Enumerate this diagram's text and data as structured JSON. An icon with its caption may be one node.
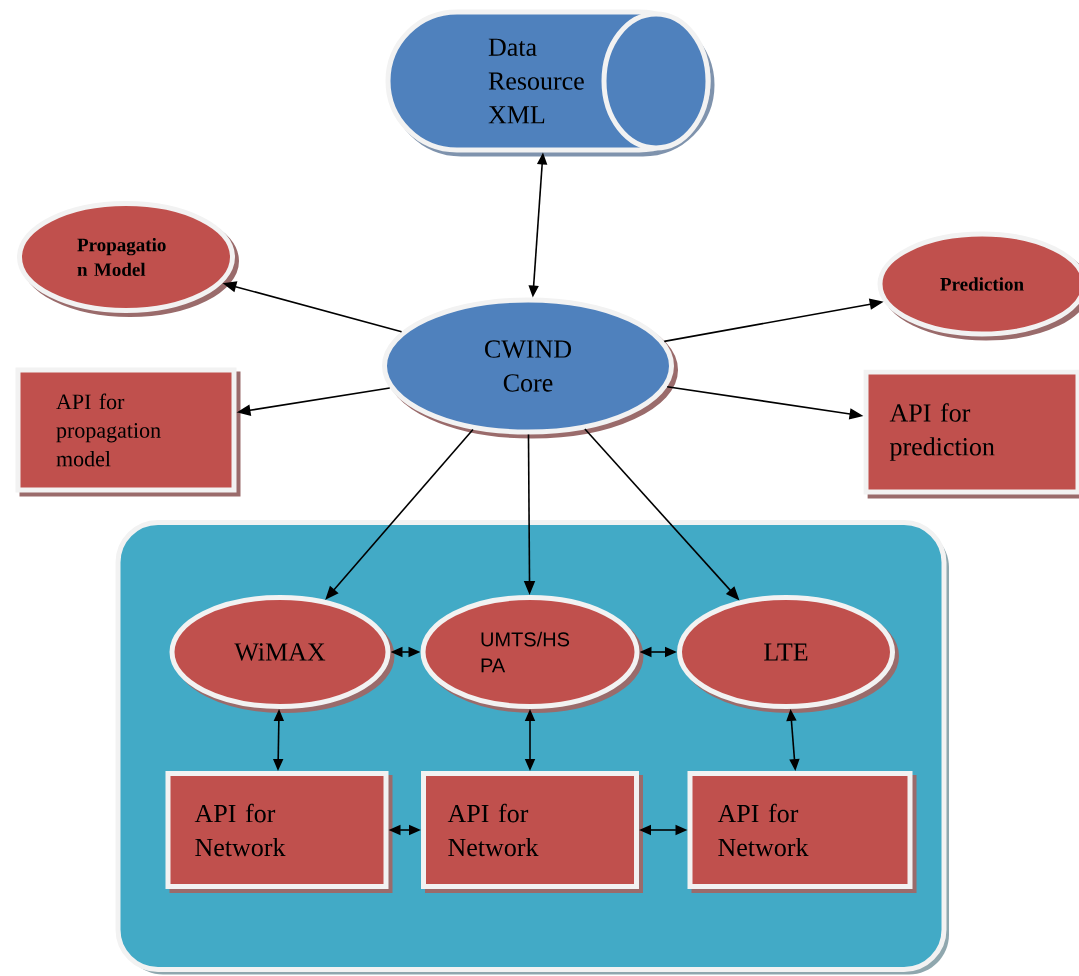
{
  "diagram": {
    "nodes": [
      {
        "text": [
          "Data Resource XML"
        ]
      },
      {
        "text": [
          "Propagatio n Model"
        ]
      },
      {
        "text": [
          "API for propagation model"
        ]
      },
      {
        "text": [
          "CWIND Core"
        ]
      },
      {
        "text": [
          "Prediction"
        ]
      },
      {
        "text": [
          "API for prediction"
        ]
      },
      {
        "text": [],
        "shape": "box"
      },
      {
        "text": [
          "WiMAX"
        ],
        "in": 6
      },
      {
        "text": [
          "UMTS/HS PA"
        ],
        "in": 6
      },
      {
        "text": [
          "LTE"
        ],
        "in": 6
      },
      {
        "text": [
          "API for Network"
        ],
        "in": 6
      },
      {
        "text": [
          "API for Network"
        ],
        "in": 6
      },
      {
        "text": [
          "API for Network"
        ],
        "in": 6
      }
    ],
    "edges": [
      {
        "from": 0,
        "to": 3,
        "arrow": "both"
      },
      {
        "from": 3,
        "to": 1,
        "arrow": "to"
      },
      {
        "from": 3,
        "to": 2,
        "arrow": "to"
      },
      {
        "from": 3,
        "to": 4,
        "arrow": "to"
      },
      {
        "from": 3,
        "to": 5,
        "arrow": "to"
      },
      {
        "from": 3,
        "to": 7,
        "arrow": "to"
      },
      {
        "from": 3,
        "to": 8,
        "arrow": "to"
      },
      {
        "from": 3,
        "to": 9,
        "arrow": "to"
      },
      {
        "from": 7,
        "to": 8,
        "arrow": "both"
      },
      {
        "from": 8,
        "to": 9,
        "arrow": "both"
      },
      {
        "from": 7,
        "to": 10,
        "arrow": "both"
      },
      {
        "from": 8,
        "to": 11,
        "arrow": "both"
      },
      {
        "from": 9,
        "to": 12,
        "arrow": "both"
      },
      {
        "from": 10,
        "to": 11,
        "arrow": "both"
      },
      {
        "from": 11,
        "to": 12,
        "arrow": "both"
      }
    ]
  }
}
